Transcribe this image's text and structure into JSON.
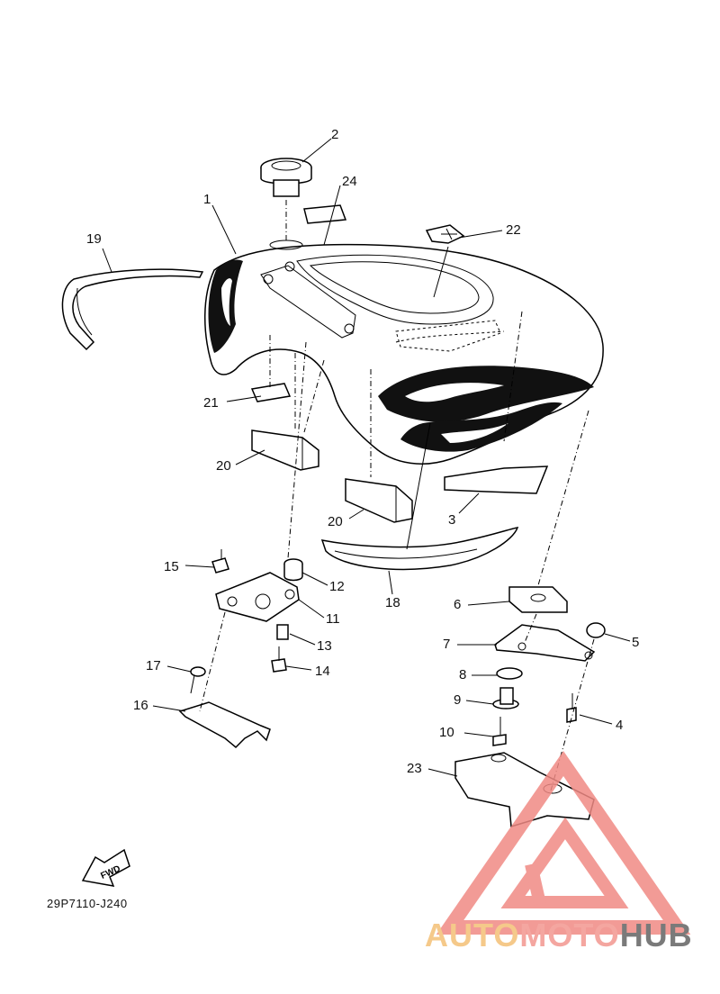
{
  "diagram_code": "29P7110-J240",
  "fwd_text": "FWD",
  "watermark": {
    "part1": "AUTO",
    "part2": "MOTO",
    "part3": "HUB",
    "color1": "#f5c98a",
    "color2": "#f4a6a0",
    "color3": "#7a7a7a",
    "logo_color": "#f08a84"
  },
  "callouts": [
    "1",
    "2",
    "3",
    "4",
    "5",
    "6",
    "7",
    "8",
    "9",
    "10",
    "11",
    "12",
    "13",
    "14",
    "15",
    "16",
    "17",
    "18",
    "19",
    "20",
    "20",
    "21",
    "22",
    "23",
    "24"
  ]
}
